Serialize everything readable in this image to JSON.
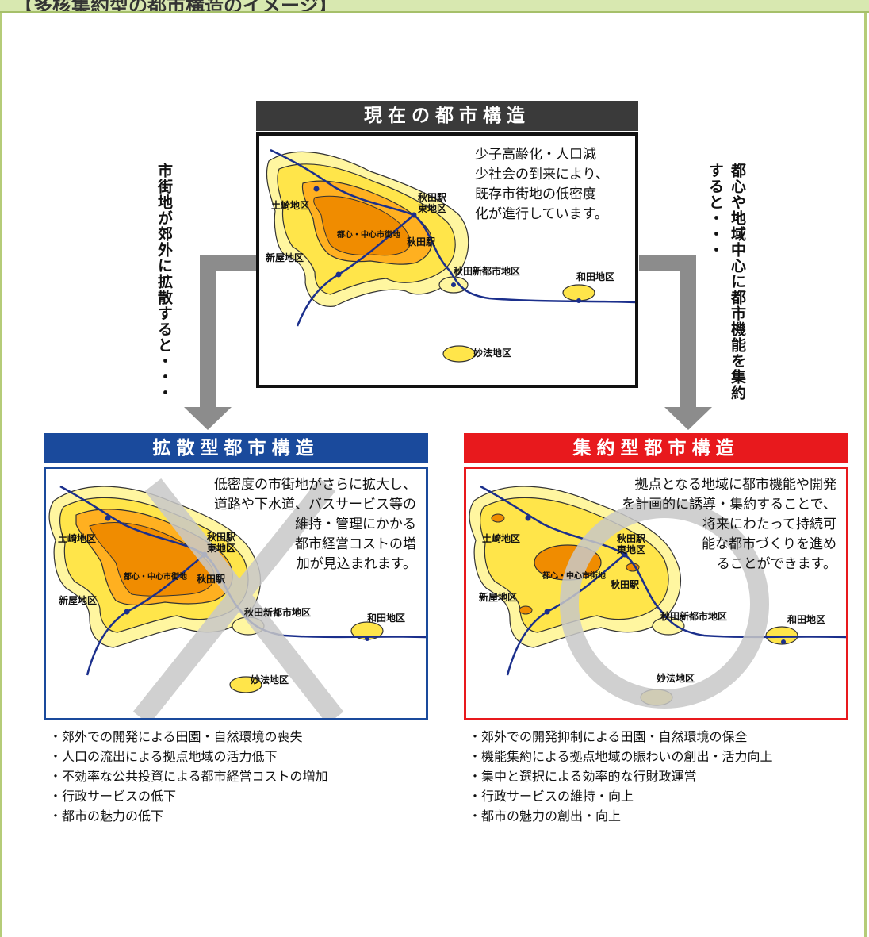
{
  "header": {
    "title": "【多核集約型の都市構造のイメージ】"
  },
  "current": {
    "title": "現在の都市構造",
    "description": [
      "少子高齢化・人口減",
      "少社会の到来により、",
      "既存市街地の低密度",
      "化が進行しています。"
    ]
  },
  "left_caption": [
    "市街地が郊外に拡散すると・・・"
  ],
  "right_caption": [
    "都心や地域中心に",
    "都市機能を集約すると・・・"
  ],
  "map_labels": {
    "tsuchizaki": "土崎地区",
    "akita_east": [
      "秋田駅",
      "東地区"
    ],
    "center": "都心・中心市街地",
    "akita_station": "秋田駅",
    "araya": "新屋地区",
    "shintoshin": "秋田新都市地区",
    "wada": "和田地区",
    "myoho": "妙法地区"
  },
  "sprawl": {
    "title": "拡散型都市構造",
    "title_color": "#1a4a9c",
    "description": [
      "低密度の市街地がさらに拡大し、",
      "道路や下水道、バスサービス等の",
      "維持・管理にかかる",
      "都市経営コストの増",
      "加が見込まれます。"
    ],
    "bullets": [
      "郊外での開発による田園・自然環境の喪失",
      "人口の流出による拠点地域の活力低下",
      "不効率な公共投資による都市経営コストの増加",
      "行政サービスの低下",
      "都市の魅力の低下"
    ]
  },
  "compact": {
    "title": "集約型都市構造",
    "title_color": "#e8191d",
    "description": [
      "拠点となる地域に都市機能や開発",
      "を計画的に誘導・集約することで、",
      "将来にわたって持続可",
      "能な都市づくりを進め",
      "ることができます。"
    ],
    "bullets": [
      "郊外での開発抑制による田園・自然環境の保全",
      "機能集約による拠点地域の賑わいの創出・活力向上",
      "集中と選択による効率的な行財政運営",
      "行政サービスの維持・向上",
      "都市の魅力の創出・向上"
    ]
  },
  "colors": {
    "map_yellow_light": "#fff6a0",
    "map_yellow": "#ffe54a",
    "map_orange": "#ffb020",
    "map_core": "#f08c00",
    "rail": "#1b2f8c",
    "arrow": "#8c8c8c",
    "symbol": "#c8c8c8"
  }
}
